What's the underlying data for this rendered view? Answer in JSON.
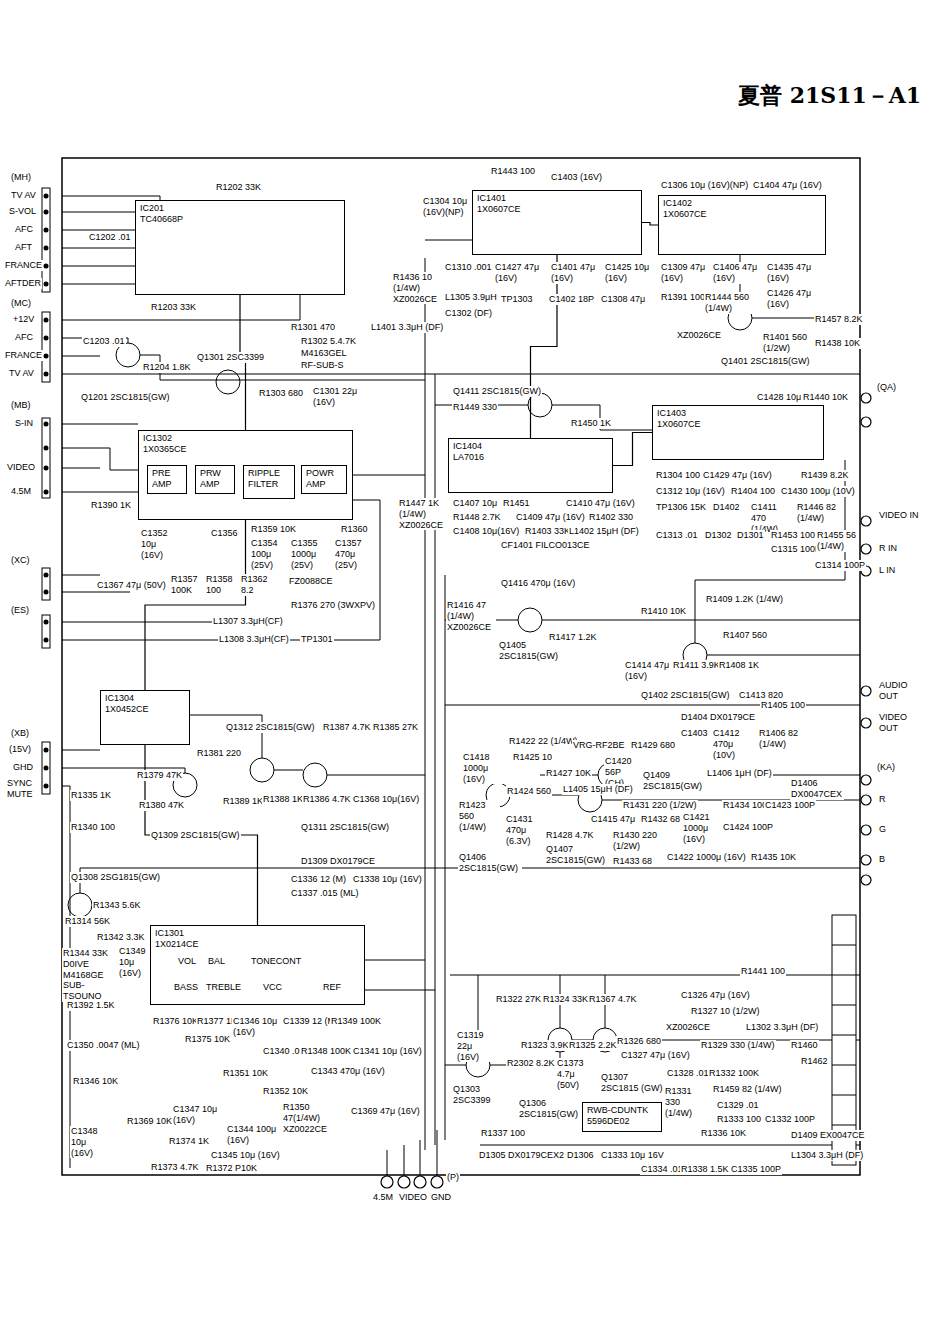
{
  "diagram": {
    "title": "夏普 21S11－A1",
    "nodes": [
      {
        "text": [
          "IC201",
          "TC40668P"
        ]
      },
      {
        "text": [
          "IC1401",
          "1X0607CE"
        ]
      },
      {
        "text": [
          "IC1402",
          "1X0607CE"
        ]
      },
      {
        "text": [
          "IC1302",
          "1X0365CE"
        ]
      },
      {
        "text": [
          "PRE AMP"
        ],
        "in": 3
      },
      {
        "text": [
          "PRW AMP"
        ],
        "in": 3
      },
      {
        "text": [
          "RIPPLE FILTER"
        ],
        "in": 3
      },
      {
        "text": [
          "POWR AMP"
        ],
        "in": 3
      },
      {
        "text": [
          "IC1403",
          "1X0607CE"
        ]
      },
      {
        "text": [
          "IC1404",
          "LA7016"
        ]
      },
      {
        "text": [
          "IC1304",
          "1X0452CE"
        ]
      },
      {
        "text": [
          "IC1301",
          "1X0214CE"
        ]
      },
      {
        "text": [
          "RWB-CDUNTK",
          "5596DE02"
        ]
      }
    ],
    "edges": [
      {
        "from": 0,
        "to": 3,
        "arrow": "none"
      },
      {
        "from": 1,
        "to": 2,
        "arrow": "none"
      },
      {
        "from": 1,
        "to": 9,
        "arrow": "none"
      },
      {
        "from": 9,
        "to": 8,
        "arrow": "none"
      },
      {
        "from": 3,
        "to": 10,
        "arrow": "none"
      },
      {
        "from": 10,
        "to": 11,
        "arrow": "none"
      }
    ],
    "labels": [
      "(MH)",
      "TV AV",
      "S-VOL",
      "AFC",
      "AFT",
      "FRANCE",
      "AFTDER",
      "(MC)",
      "+12V",
      "AFC",
      "FRANCE",
      "TV AV",
      "(MB)",
      "S-IN",
      "VIDEO",
      "4.5M",
      "(XC)",
      "(ES)",
      "(XB)",
      "(15V)",
      "GHD",
      "SYNC MUTE",
      "R1202 33K",
      "C1202 .01",
      "R1203 33K",
      "C1203 .01",
      "R1204 1.8K",
      "Q1201 2SC1815(GW)",
      "R1301 470",
      "R1302 5.4.7K",
      "M4163GEL",
      "RF-SUB-S",
      "Q1301 2SC3399",
      "R1303 680",
      "C1301 22μ (16V)",
      "R1390 1K",
      "R1360",
      "R1359 10K",
      "C1352 10μ (16V)",
      "C1356",
      "C1354 100μ (25V)",
      "C1355 1000μ (25V)",
      "C1357 470μ (25V)",
      "C1367 47μ (50V)",
      "R1357 100K",
      "R1358 100",
      "R1362 8.2",
      "FZ0088CE",
      "R1376 270 (3WXPV)",
      "L1307 3.3μH(CF)",
      "L1308 3.3μH(CF)",
      "TP1301",
      "R1381 220",
      "Q1312 2SC1815(GW)",
      "R1387 4.7K",
      "R1385 27K",
      "R1379 47K",
      "R1380 47K",
      "Q1309 2SC1815(GW)",
      "R1389 1K",
      "R1388 1K",
      "R1386 4.7K",
      "C1368 10μ(16V)",
      "Q1311 2SC1815(GW)",
      "R1335 1K",
      "R1340 100",
      "D1309 DX0179CE",
      "Q1308 2SG1815(GW)",
      "R1343 5.6K",
      "R1314 56K",
      "R1342 3.3K",
      "R1344 33K D0IVE M4168GE SUB-TSOUNO",
      "C1349 10μ (16V)",
      "R1392 1.5K",
      "C1350 .0047 (ML)",
      "R1346 10K",
      "C1348 10μ (16V)",
      "VOL",
      "BAL",
      "TONECONT",
      "BASS",
      "TREBLE",
      "VCC",
      "REF",
      "C1336 12 (M)",
      "C1337 .015 (ML)",
      "C1338 10μ (16V)",
      "R1376 10K",
      "R1377 1K",
      "C1346 10μ (16V)",
      "C1339 12 (M)",
      "R1349 100K",
      "R1375 10K",
      "C1340 .01",
      "R1348 100K",
      "C1341 10μ (16V)",
      "R1351 10K",
      "C1343 470μ (16V)",
      "R1352 10K",
      "R1350 47(1/4W) XZ0022CE",
      "R1369 10K",
      "C1347 10μ (16V)",
      "C1344 100μ (16V)",
      "C1369 47μ (16V)",
      "R1374 1K",
      "C1345 10μ (16V)",
      "R1373 4.7K",
      "R1372 P10K",
      "R1443 100",
      "C1403 (16V)",
      "C1304 10μ (16V)(NP)",
      "R1436 10 (1/4W) XZ0026CE",
      "C1310 .001",
      "C1427 47μ (16V)",
      "C1401 47μ (16V)",
      "C1425 10μ (16V)",
      "L1305 3.9μH",
      "TP1303",
      "C1402 18P",
      "C1308 47μ",
      "C1302 (DF)",
      "L1401 3.3μH (DF)",
      "C1306 10μ (16V)(NP)",
      "C1404 47μ (16V)",
      "C1309 47μ (16V)",
      "C1406 47μ (16V)",
      "C1435 47μ (16V)",
      "C1426 47μ (16V)",
      "R1391 100",
      "R1444 560 (1/4W)",
      "R1457 8.2K",
      "R1401 560 (1/2W)",
      "R1438 10K",
      "XZ0026CE",
      "Q1401 2SC1815(GW)",
      "Q1411 2SC1815(GW)",
      "R1449 330",
      "R1450 1K",
      "R1447 1K (1/4W) XZ0026CE",
      "C1407 10μ",
      "R1451",
      "C1410 47μ (16V)",
      "R1448 2.7K",
      "C1409 47μ (16V)",
      "R1402 330",
      "C1408 10μ(16V)",
      "R1403 33K",
      "L1402 15μH (DF)",
      "CF1401 FILCO013CE",
      "C1428 10μ",
      "R1440 10K",
      "R1304 100",
      "C1429 47μ (16V)",
      "R1439 8.2K",
      "C1312 10μ (16V)",
      "R1404 100",
      "C1430 100μ (10V)",
      "TP1306 15K",
      "D1402",
      "C1411 470 (1/4W)",
      "R1446 82 (1/4W)",
      "C1313 .01",
      "D1302",
      "D1301",
      "R1453 100",
      "C1315 100P",
      "R1455 56 (1/4W)",
      "C1314 100P",
      "(QA)",
      "VIDEO IN",
      "R IN",
      "L IN",
      "AUDIO OUT",
      "VIDEO OUT",
      "(KA)",
      "R",
      "G",
      "B",
      "Q1416 470μ (16V)",
      "R1416 47 (1/4W) XZ0026CE",
      "Q1405 2SC1815(GW)",
      "R1417 1.2K",
      "R1410 10K",
      "R1409 1.2K (1/4W)",
      "R1407 560",
      "C1414 47μ (16V)",
      "R1411 3.9K",
      "R1408 1K",
      "Q1402 2SC1815(GW)",
      "C1413 820",
      "D1404 DX0179CE",
      "R1405 100",
      "R1422 22 (1/4W)",
      "VRG-RF2BE",
      "R1429 680",
      "C1403",
      "C1412 470μ (10V)",
      "R1406 82 (1/4W)",
      "C1418 1000μ (16V)",
      "R1425 10",
      "R1427 10K",
      "C1420 56P (CH)",
      "Q1409 2SC1815(GW)",
      "L1406 1μH (DF)",
      "R1424 560",
      "L1405 15μH (DF)",
      "R1423 560 (1/4W)",
      "C1431 470μ (6.3V)",
      "C1415 47μ",
      "R1431 220 (1/2W)",
      "R1432 68",
      "C1421 1000μ (16V)",
      "R1434 100",
      "C1423 100P",
      "Q1406 2SC1815(GW)",
      "R1428 4.7K",
      "Q1407 2SC1815(GW)",
      "R1430 220 (1/2W)",
      "R1433 68",
      "C1422 1000μ (16V)",
      "R1435 10K",
      "C1424 100P",
      "D1406 DX0047CEX",
      "R1441 100",
      "R1322 27K",
      "R1324 33K",
      "R1367 4.7K",
      "C1326 47μ (16V)",
      "R1327 10 (1/2W)",
      "XZ0026CE",
      "L1302 3.3μH (DF)",
      "C1319 22μ (16V)",
      "R1323 3.9K",
      "R1325 2.2K",
      "R1326 680",
      "C1327 47μ (16V)",
      "R2302 8.2K",
      "C1373 4.7μ (50V)",
      "Q1303 2SC3399",
      "Q1306 2SC1815(GW)",
      "Q1307 2SC1815 (GW)",
      "C1328 .01",
      "R1329 330 (1/4W)",
      "R1332 100K",
      "R1459 82 (1/4W)",
      "R1460",
      "R1462",
      "R1331 330 (1/4W)",
      "C1329 .01",
      "R1333 100",
      "R1336 10K",
      "C1332 100P",
      "D1409 EX0047CE",
      "R1337 100",
      "D1305 DX0179CEX2",
      "D1306",
      "C1333 10μ 16V",
      "C1334 .01",
      "R1338 1.5K",
      "C1335 100P",
      "L1304 3.3μH (DF)",
      "(P)",
      "4.5M",
      "VIDEO",
      "GND"
    ]
  }
}
